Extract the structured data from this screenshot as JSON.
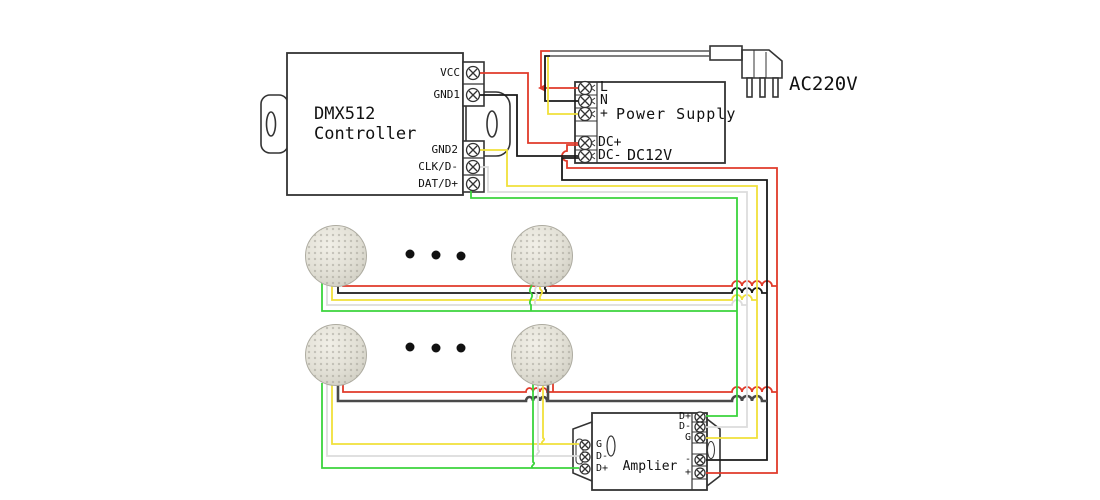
{
  "controller": {
    "title1": "DMX512",
    "title2": "Controller",
    "terminals": {
      "vcc": "VCC",
      "gnd1": "GND1",
      "gnd2": "GND2",
      "clk": "CLK/D-",
      "dat": "DAT/D+"
    }
  },
  "power_supply": {
    "title": "Power Supply",
    "terminals": {
      "l": "L",
      "n": "N",
      "earth": "+",
      "dc_plus": "DC+",
      "dc_minus": "DC-"
    },
    "dc_voltage": "DC12V"
  },
  "mains": {
    "label": "AC220V"
  },
  "amplifier": {
    "title": "Amplier",
    "left": {
      "g": "G",
      "dm": "D-",
      "dp": "D+"
    },
    "right": {
      "dp": "D+",
      "dm": "D-",
      "g": "G",
      "minus": "-",
      "plus": "+"
    }
  },
  "colors": {
    "red": "#e03a2a",
    "black": "#1a1a1a",
    "thick_line": "#4a4a4a",
    "cable": "#555555",
    "yellow": "#f0e03a",
    "white_wire": "#dcdcdc",
    "green": "#3bd43c",
    "outline": "#333333",
    "module_fill": "#e3e1d7",
    "dot": "#111111"
  }
}
